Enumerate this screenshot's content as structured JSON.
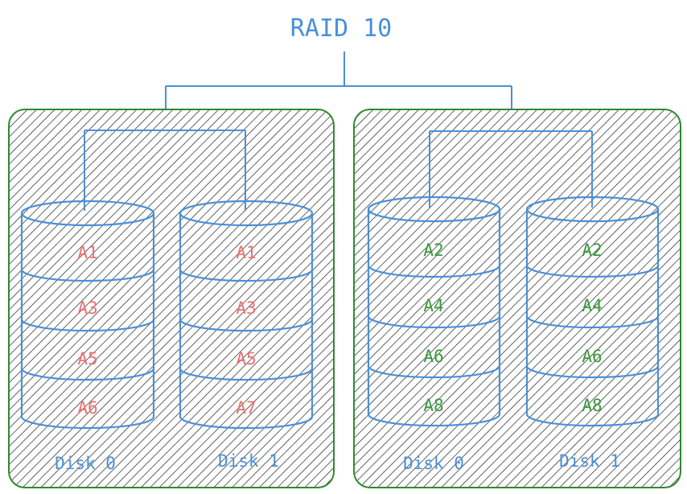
{
  "title": "RAID 10",
  "colors": {
    "line": "#4a90d9",
    "group_border": "#2f8a2f",
    "hatch": "#222222",
    "left_block_text": "#f07070",
    "right_block_text": "#3a9a3a"
  },
  "groups": [
    {
      "disks": [
        {
          "label": "Disk 0",
          "blocks": [
            "A1",
            "A3",
            "A5",
            "A6"
          ]
        },
        {
          "label": "Disk 1",
          "blocks": [
            "A1",
            "A3",
            "A5",
            "A7"
          ]
        }
      ]
    },
    {
      "disks": [
        {
          "label": "Disk 0",
          "blocks": [
            "A2",
            "A4",
            "A6",
            "A8"
          ]
        },
        {
          "label": "Disk 1",
          "blocks": [
            "A2",
            "A4",
            "A6",
            "A8"
          ]
        }
      ]
    }
  ]
}
